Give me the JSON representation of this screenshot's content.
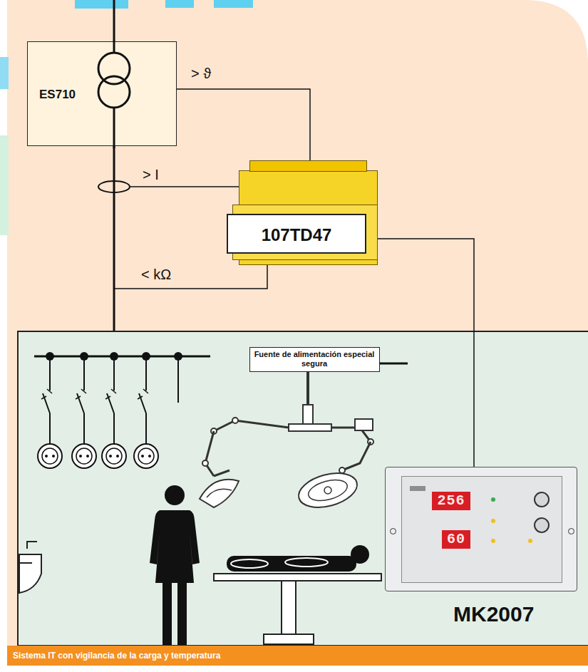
{
  "diagram": {
    "caption": "Sistema IT con vigilancia de la carga y temperatura",
    "nodes": [
      {
        "text": [
          "ES710"
        ]
      },
      {
        "text": [
          "107TD47"
        ]
      },
      {
        "text": [
          "Fuente de alimentación especial segura"
        ]
      },
      {
        "text": [
          "256",
          "60",
          "MK2007"
        ]
      }
    ],
    "edges": [
      {
        "from": 0,
        "to": 1,
        "label": "> ϑ",
        "arrow": "none"
      },
      {
        "from": 1,
        "to": 3,
        "arrow": "none"
      }
    ],
    "labels": [
      "> I",
      "< kΩ"
    ]
  }
}
